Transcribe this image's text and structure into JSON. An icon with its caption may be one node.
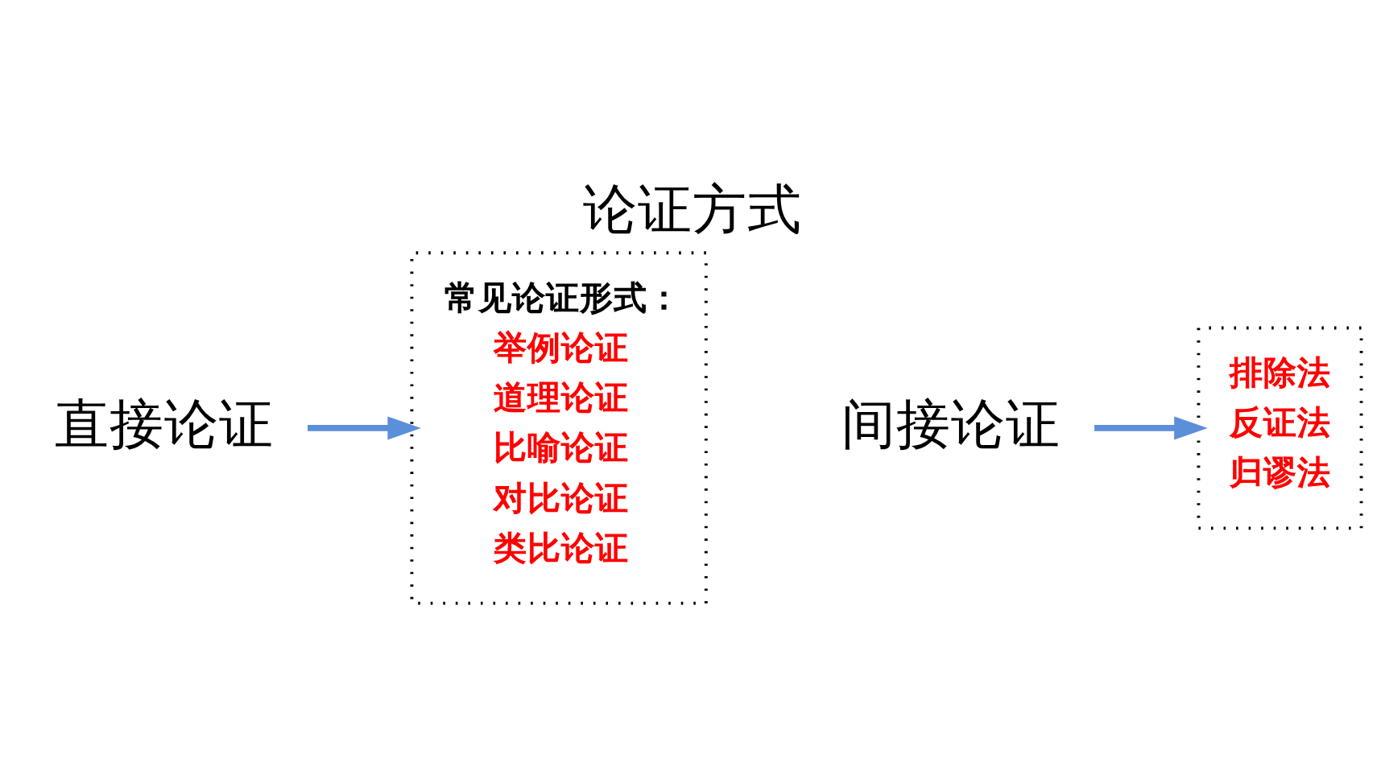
{
  "diagram": {
    "title": "论证方式",
    "nodes": [
      {
        "text": [
          "直接论证"
        ]
      },
      {
        "text": [
          "常见论证形式：",
          "举例论证",
          "道理论证",
          "比喻论证",
          "对比论证",
          "类比论证"
        ]
      },
      {
        "text": [
          "间接论证"
        ]
      },
      {
        "text": [
          "排除法",
          "反证法",
          "归谬法"
        ]
      }
    ],
    "edges": [
      {
        "from": 0,
        "to": 1,
        "arrow": "to",
        "color": "#5b8fd9"
      },
      {
        "from": 2,
        "to": 3,
        "arrow": "to",
        "color": "#5b8fd9"
      }
    ]
  }
}
